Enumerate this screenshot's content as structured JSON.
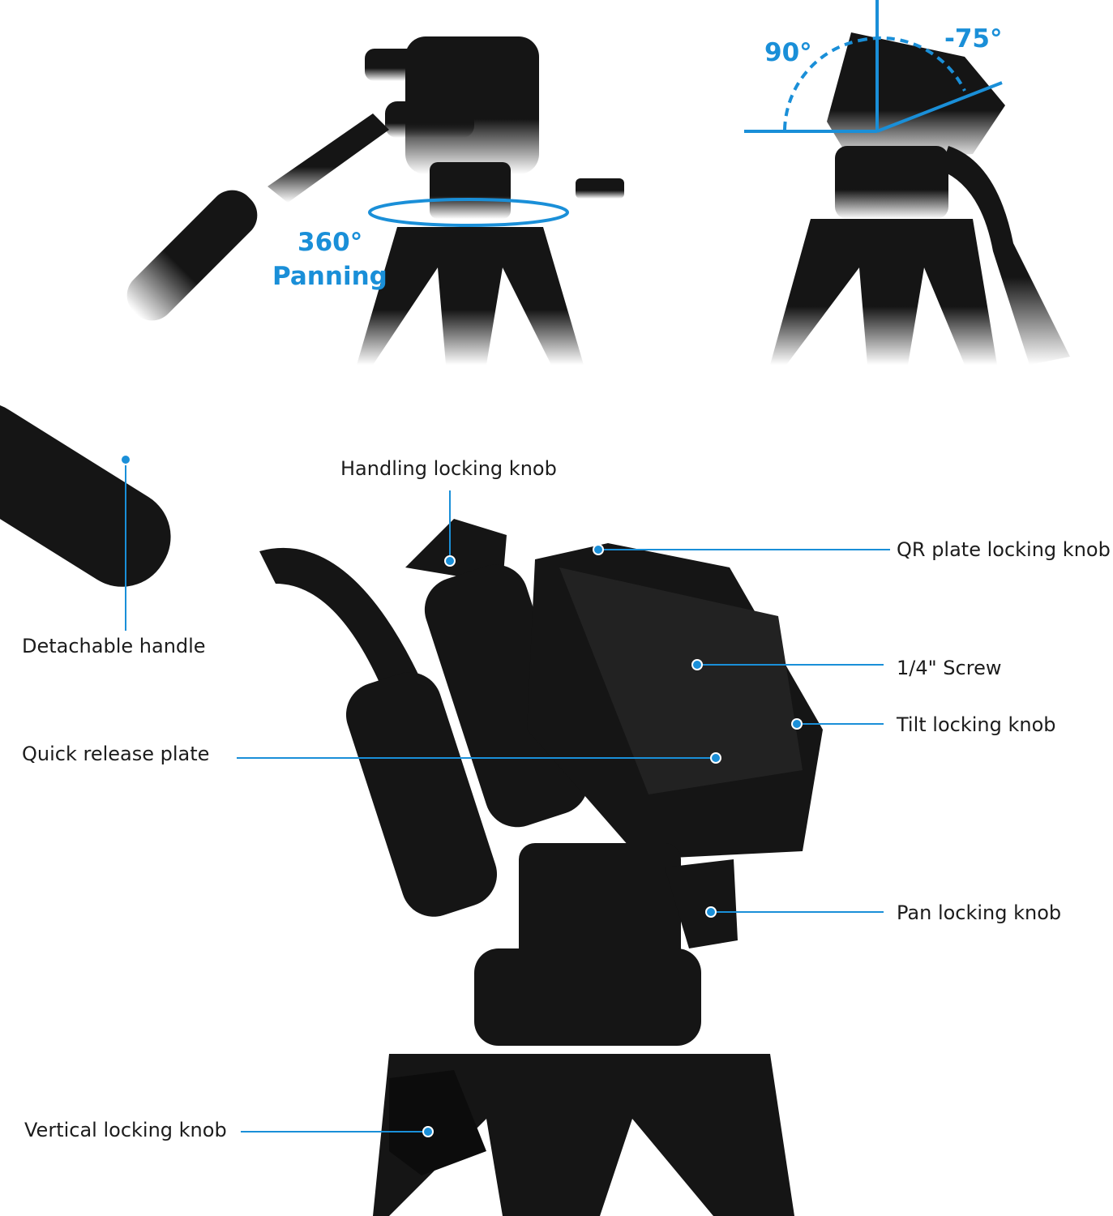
{
  "colors": {
    "accent": "#1a8fd8",
    "product": "#151515"
  },
  "top_left": {
    "angle": "360°",
    "caption": "Panning"
  },
  "top_right": {
    "tilt_up": "90°",
    "tilt_down": "-75°"
  },
  "labels": {
    "handling_knob": "Handling locking knob",
    "qr_knob": "QR plate locking knob",
    "handle": "Detachable handle",
    "screw": "1/4\" Screw",
    "tilt_knob": "Tilt locking knob",
    "qr_plate": "Quick release plate",
    "pan_knob": "Pan locking knob",
    "vertical_knob": "Vertical locking knob"
  }
}
